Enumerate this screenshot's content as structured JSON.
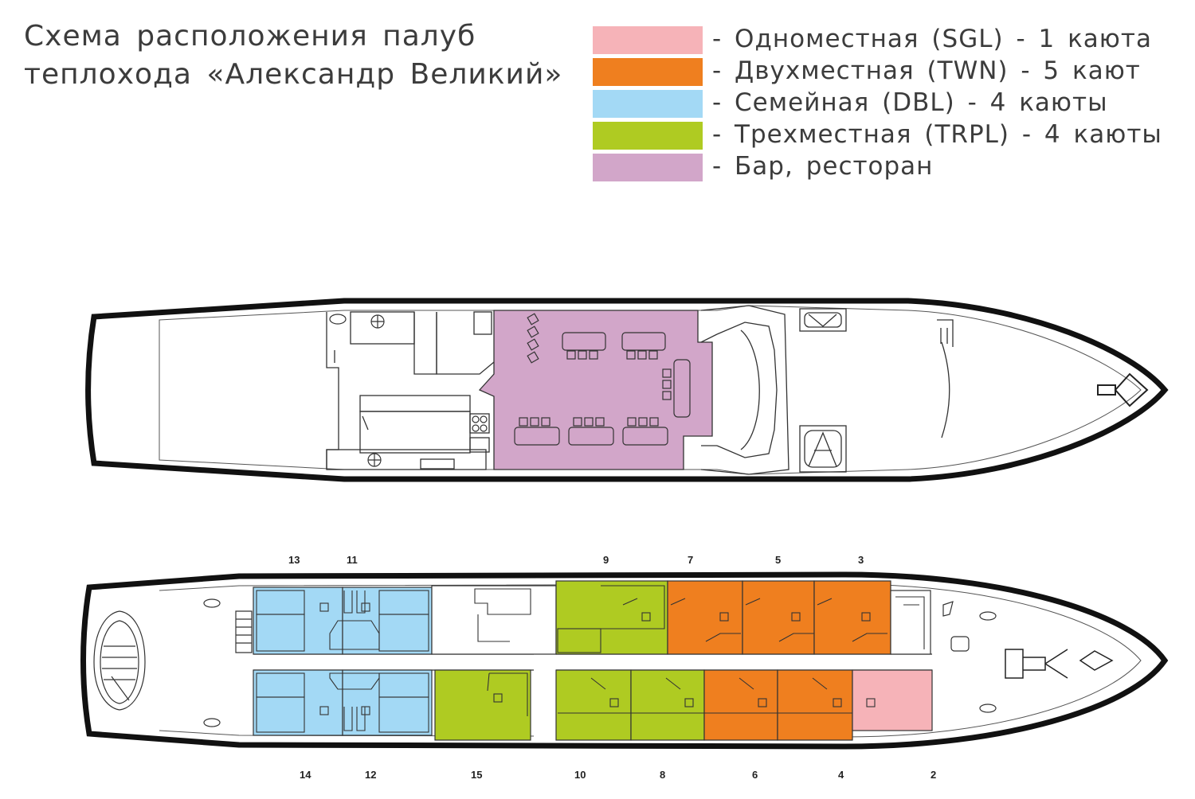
{
  "title": {
    "line1": "Схема расположения палуб",
    "line2": "теплохода «Александр Великий»"
  },
  "legend": [
    {
      "label": "- Одноместная (SGL) - 1 каюта",
      "color": "#f6b3b8"
    },
    {
      "label": "- Двухместная (TWN) - 5 кают",
      "color": "#ef7f1f"
    },
    {
      "label": "- Семейная (DBL) - 4 каюты",
      "color": "#a3d9f5"
    },
    {
      "label": "- Трехместная (TRPL) - 4 каюты",
      "color": "#afcb22"
    },
    {
      "label": "- Бар, ресторан",
      "color": "#d2a6c9"
    }
  ],
  "lower_deck": {
    "top_cabin_numbers": [
      "13",
      "11",
      "9",
      "7",
      "5",
      "3"
    ],
    "bottom_cabin_numbers": [
      "14",
      "12",
      "15",
      "10",
      "8",
      "6",
      "4",
      "2"
    ]
  }
}
